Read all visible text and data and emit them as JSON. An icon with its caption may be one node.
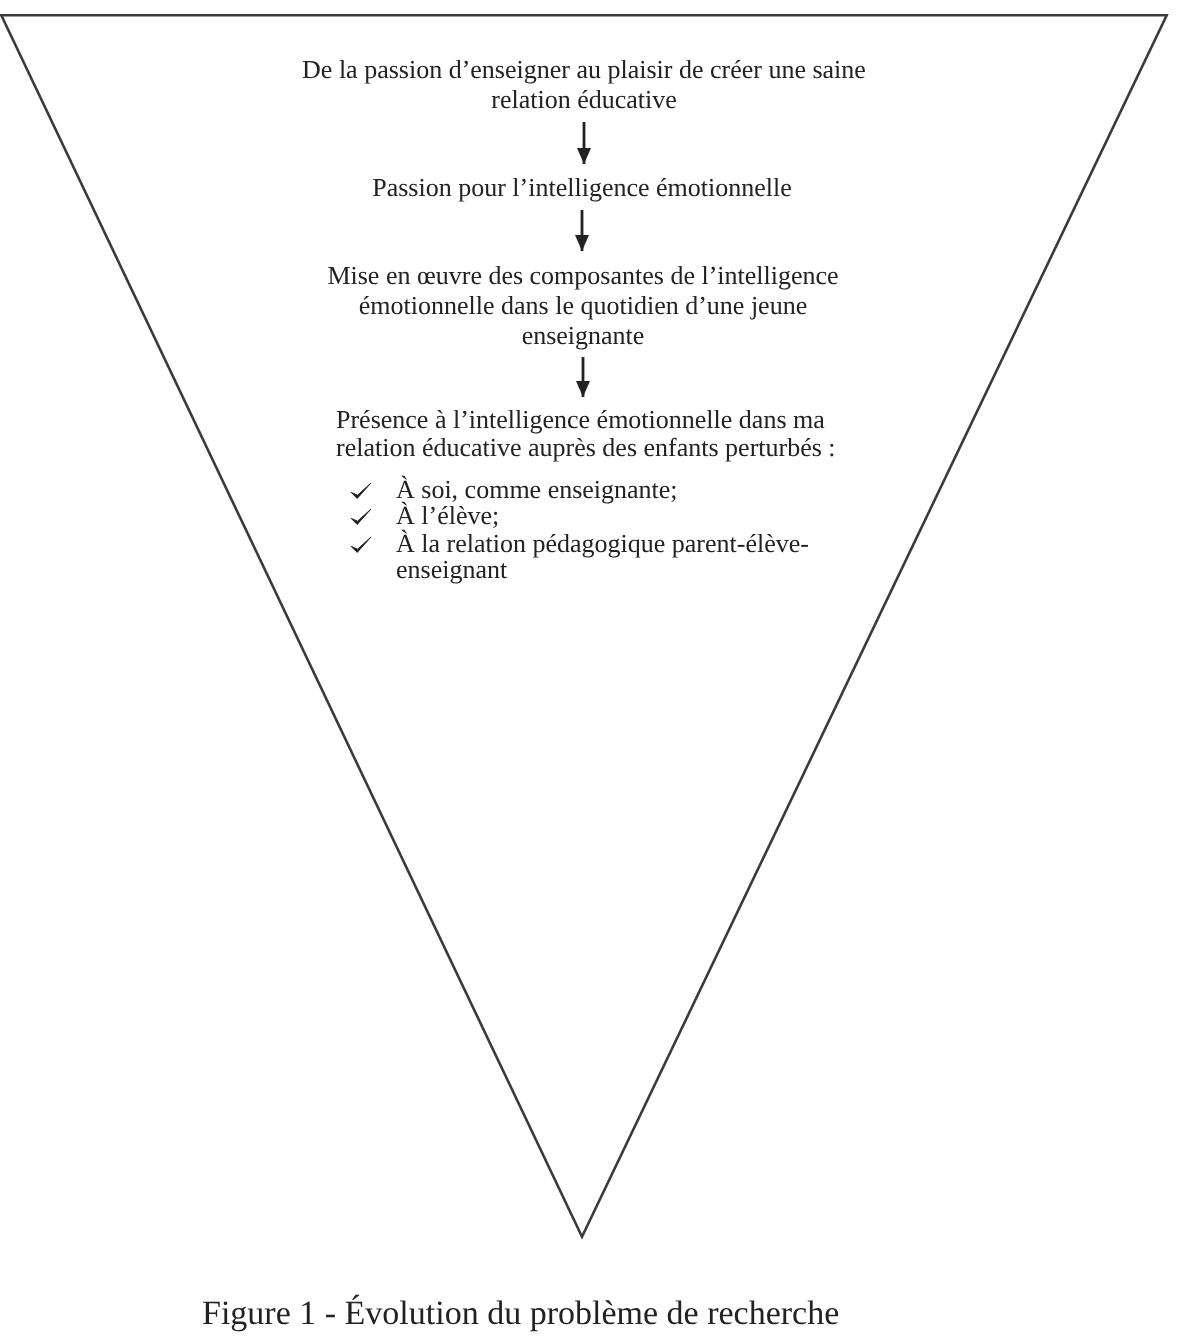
{
  "diagram": {
    "caption": "Figure 1 - Évolution du problème de recherche",
    "nodes": [
      {
        "text": [],
        "shape": "triangle"
      },
      {
        "text": [
          "De la passion d’enseigner au plaisir de créer une saine relation éducative"
        ],
        "in": 0
      },
      {
        "text": [
          "Passion pour l’intelligence émotionnelle"
        ],
        "in": 0
      },
      {
        "text": [
          "Mise en œuvre des composantes de l’intelligence émotionnelle dans le quotidien d’une jeune enseignante"
        ],
        "in": 0
      },
      {
        "text": [
          "Présence à l’intelligence émotionnelle dans ma relation éducative auprès des enfants perturbés :",
          "À soi, comme enseignante;",
          "À l’élève;",
          "À la relation pédagogique parent-élève-enseignant"
        ],
        "in": 0
      }
    ],
    "edges": [
      {
        "from": 1,
        "to": 2,
        "arrow": "to"
      },
      {
        "from": 2,
        "to": 3,
        "arrow": "to"
      },
      {
        "from": 3,
        "to": 4,
        "arrow": "to"
      }
    ]
  }
}
